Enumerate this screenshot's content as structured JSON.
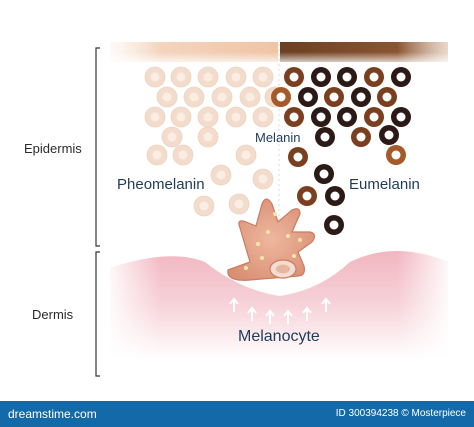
{
  "labels": {
    "epidermis": "Epidermis",
    "dermis": "Dermis",
    "pheomelanin": "Pheomelanin",
    "melanin": "Melanin",
    "eumelanin": "Eumelanin",
    "melanocyte": "Melanocyte"
  },
  "footer": {
    "site": "dreamstime.com",
    "meta": "ID 300394238 © Mosterpiece"
  },
  "colors": {
    "pheomelanin_fill": "#f3dccb",
    "pheomelanin_ring": "#f9ede4",
    "eumelanin_dark": "#2b1a15",
    "eumelanin_medium": "#7a3f1e",
    "eumelanin_light": "#a65a2a",
    "dermis": "#f4c9cf",
    "melanocyte": "#e7a98f",
    "label_blue": "#1f3c5a",
    "footer_bar": "#146aa8"
  }
}
